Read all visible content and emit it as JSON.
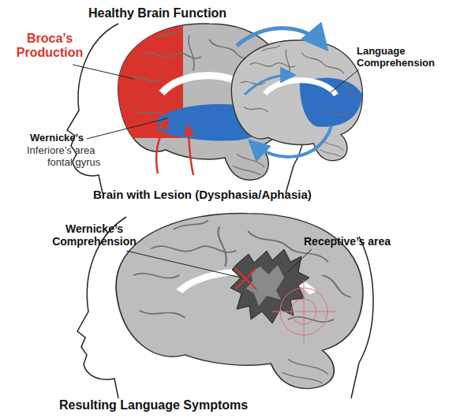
{
  "diagram": {
    "title": "Healthy Brain Function",
    "caption": "Resulting Language Symptoms",
    "labels": [
      "Broca’s Production",
      "Wernicke’s",
      "Inferiore’s area",
      "fontal gyrus",
      "Language Comprehension",
      "Brain with Lesion (Dysphasia/Aphasia)",
      "Wernicke’s Comprehension",
      "Receptive’s area"
    ]
  }
}
